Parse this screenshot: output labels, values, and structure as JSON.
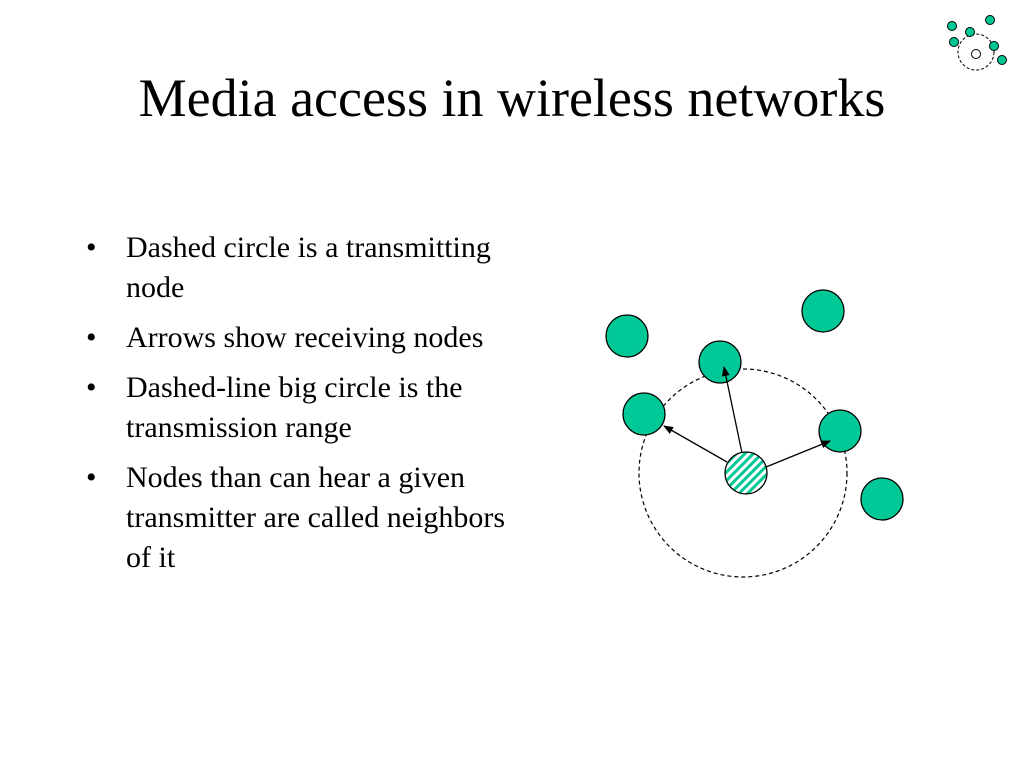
{
  "slide": {
    "title": "Media access in wireless networks",
    "bullets": [
      "Dashed circle is a transmitting node",
      "Arrows show receiving nodes",
      "Dashed-line big circle is the transmission range",
      "Nodes than can hear a given transmitter are called neighbors of it"
    ]
  },
  "colors": {
    "node_fill": "#00c896",
    "node_stroke": "#000000",
    "background": "#ffffff"
  },
  "icons": {
    "logo": "wireless-network-logo-icon",
    "transmitter": "transmitting-node-icon",
    "node": "wireless-node-icon"
  }
}
